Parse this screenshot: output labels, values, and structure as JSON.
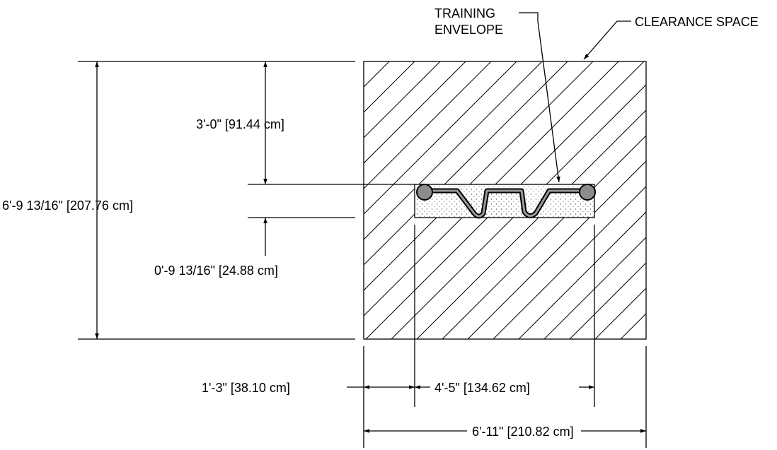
{
  "labels": {
    "training_line1": "TRAINING",
    "training_line2": "ENVELOPE",
    "clearance_space": "CLEARANCE SPACE",
    "dim_height_total": "6'-9 13/16\" [207.76 cm]",
    "dim_height_top": "3'-0\" [91.44 cm]",
    "dim_height_bottom": "0'-9 13/16\" [24.88 cm]",
    "dim_width_left": "1'-3\" [38.10 cm]",
    "dim_width_envelope": "4'-5\" [134.62 cm]",
    "dim_width_total": "6'-11\" [210.82 cm]"
  }
}
